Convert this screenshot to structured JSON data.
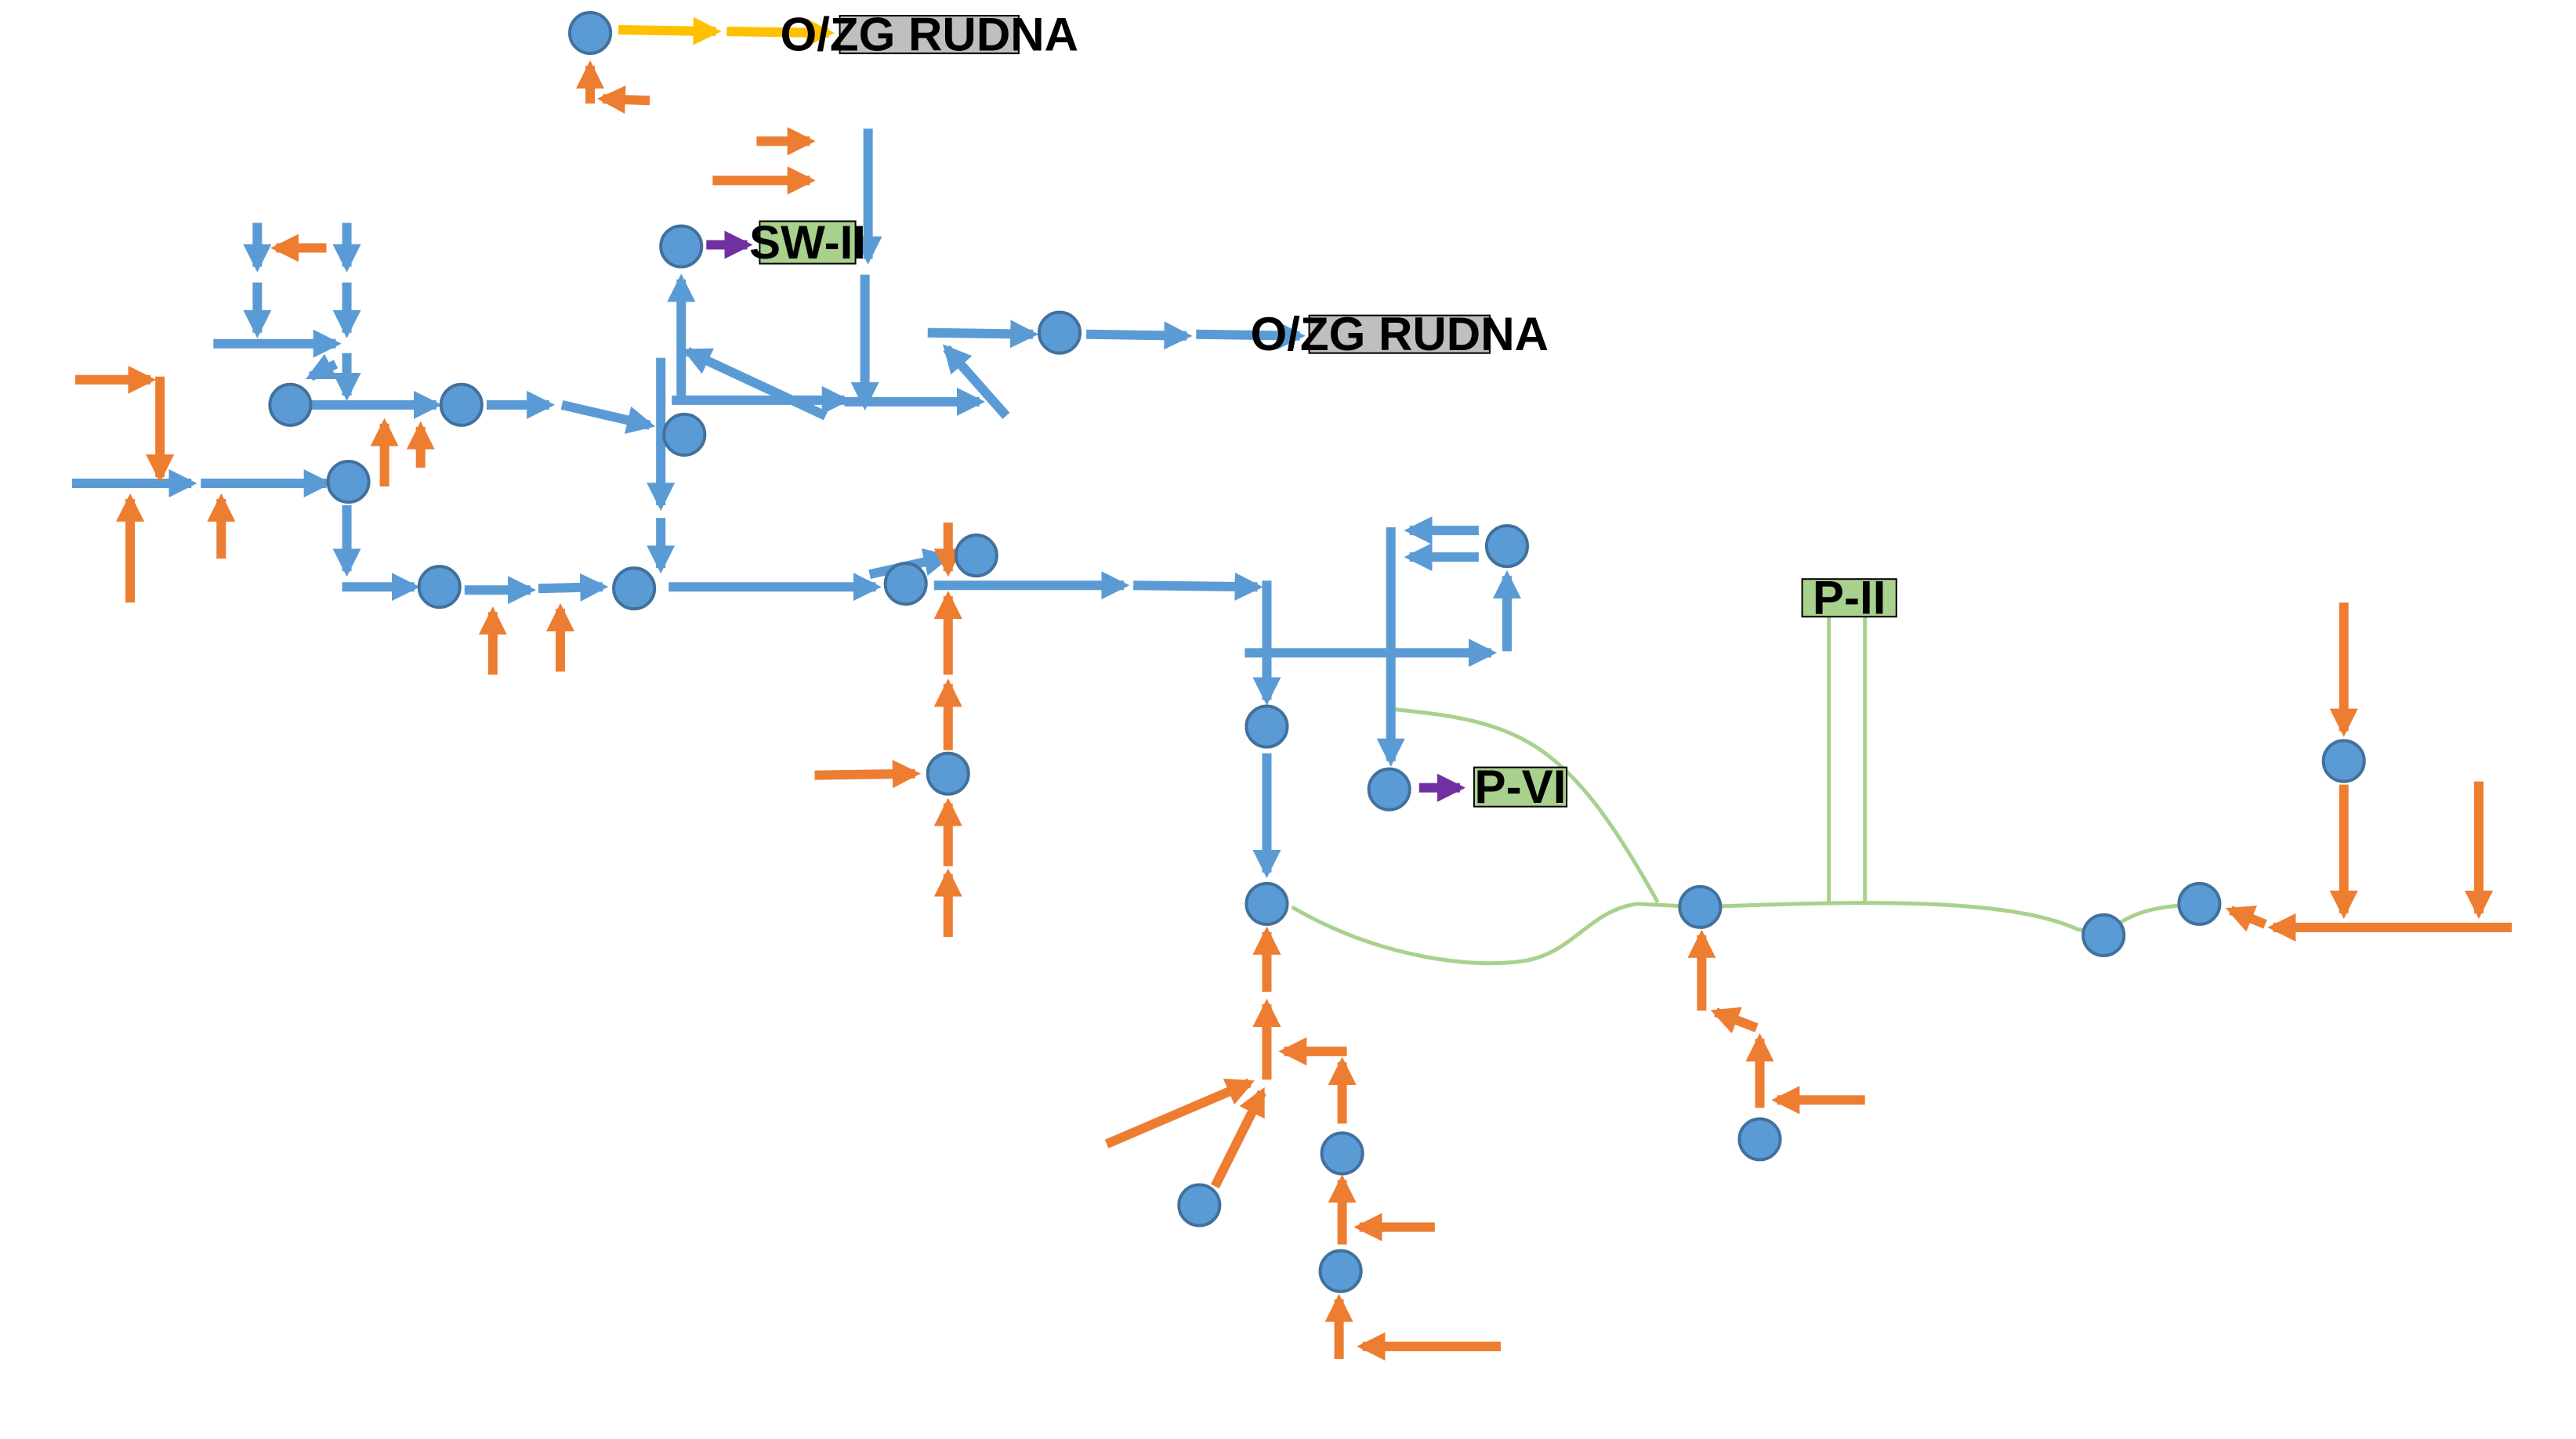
{
  "colors": {
    "flow_blue": "#5b9bd5",
    "flow_orange": "#ed7d31",
    "flow_yellow": "#ffc000",
    "flow_purple": "#7030a0",
    "pipe_green": "#a9d18e",
    "box_green": "#a9d18e",
    "box_gray": "#bfbfbf",
    "node_fill": "#5b9bd5"
  },
  "labels": {
    "rudna_top": "O/ZG RUDNA",
    "rudna_mid": "O/ZG RUDNA",
    "sw2": "SW-II",
    "p6": "P-VI",
    "p2": "P-II"
  }
}
